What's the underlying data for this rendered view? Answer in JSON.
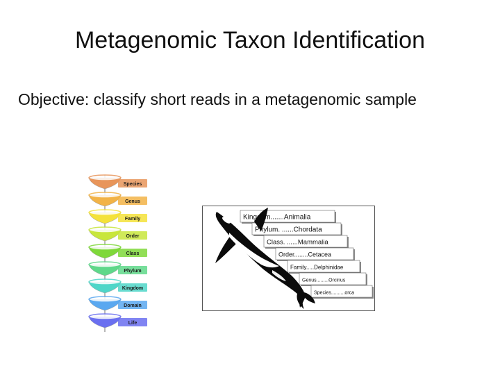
{
  "slide": {
    "title": "Metagenomic Taxon Identification",
    "objective": "Objective: classify short reads in a metagenomic sample"
  },
  "ladder": {
    "ranks": [
      {
        "label": "Species",
        "color": "#e8955a"
      },
      {
        "label": "Genus",
        "color": "#f2b347"
      },
      {
        "label": "Family",
        "color": "#f4e23a"
      },
      {
        "label": "Order",
        "color": "#c8e63c"
      },
      {
        "label": "Class",
        "color": "#7fd83a"
      },
      {
        "label": "Phylum",
        "color": "#5fd88a"
      },
      {
        "label": "Kingdom",
        "color": "#4fd6c8"
      },
      {
        "label": "Domain",
        "color": "#5aa8f0"
      },
      {
        "label": "Life",
        "color": "#6a6ff0"
      }
    ]
  },
  "orca_taxonomy": {
    "levels": [
      "Kingdom.......Animalia",
      "Phylum. ......Chordata",
      "Class. ......Mammalia",
      "Order........Cetacea",
      "Family.....Delphinidae",
      "Genus.........Orcinus",
      "Species..........orca"
    ]
  }
}
